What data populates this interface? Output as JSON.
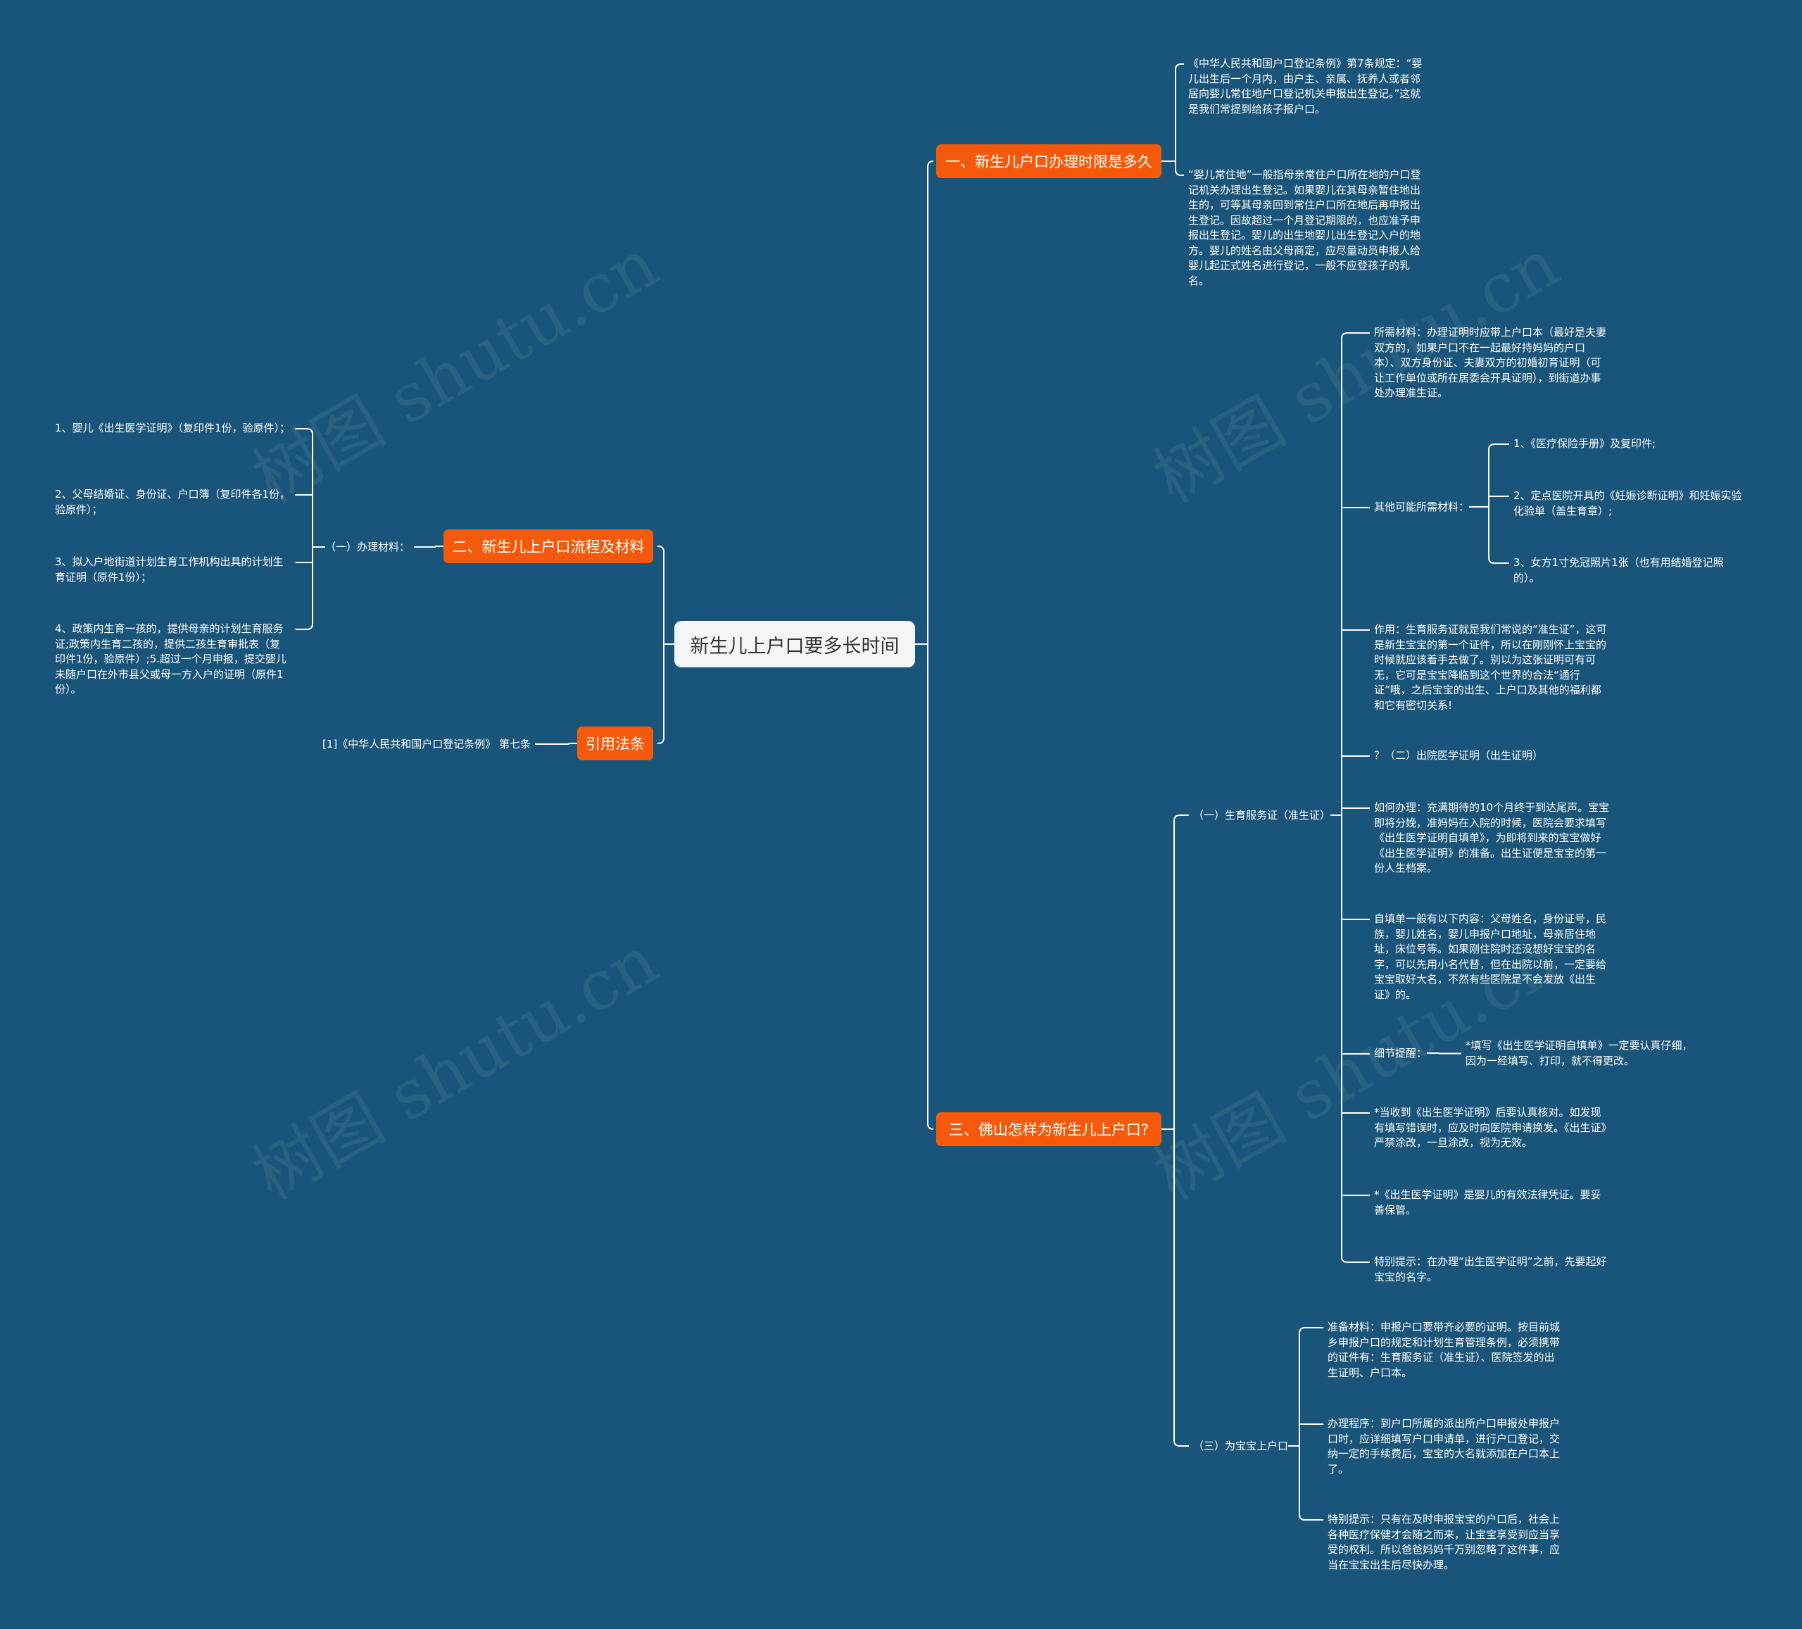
{
  "root": {
    "label": "新生儿上户口要多长时间"
  },
  "branches": {
    "b1": {
      "label": "一、新生儿户口办理时限是多久"
    },
    "b2": {
      "label": "二、新生儿上户口流程及材料"
    },
    "b3": {
      "label": "三、佛山怎样为新生儿上户口?"
    },
    "b4": {
      "label": "引用法条"
    }
  },
  "b1_items": [
    "《中华人民共和国户口登记条例》第7条规定：“婴儿出生后一个月内，由户主、亲属、抚养人或者邻居向婴儿常住地户口登记机关申报出生登记。”这就是我们常提到给孩子报户口。",
    "“婴儿常住地”一般指母亲常住户口所在地的户口登记机关办理出生登记。如果婴儿在其母亲暂住地出生的，可等其母亲回到常住户口所在地后再申报出生登记。因故超过一个月登记期限的，也应准予申报出生登记。婴儿的出生地婴儿出生登记入户的地方。婴儿的姓名由父母商定，应尽量动员申报人给婴儿起正式姓名进行登记，一般不应登孩子的乳名。"
  ],
  "b2": {
    "sub": "（一）办理材料：",
    "items": [
      "1、婴儿《出生医学证明》（复印件1份，验原件）；",
      "2、父母结婚证、身份证、户口簿（复印件各1份，验原件）；",
      "3、拟入户地街道计划生育工作机构出具的计划生育证明（原件1份）；",
      "4、政策内生育一孩的，提供母亲的计划生育服务证;政策内生育二孩的，提供二孩生育审批表（复印件1份，验原件）;5.超过一个月申报，提交婴儿未随户口在外市县父或母一方入户的证明（原件1份）。"
    ]
  },
  "b4": {
    "item": "[1]《中华人民共和国户口登记条例》 第七条"
  },
  "b3": {
    "s1": {
      "label": "（一）生育服务证（准生证）",
      "items": [
        "所需材料：办理证明时应带上户口本（最好是夫妻双方的，如果户口不在一起最好持妈妈的户口本）、双方身份证、夫妻双方的初婚初育证明（可让工作单位或所在居委会开具证明），到街道办事处办理准生证。",
        "作用：生育服务证就是我们常说的“准生证”，这可是新生宝宝的第一个证件，所以在刚刚怀上宝宝的时候就应该着手去做了。别以为这张证明可有可无，它可是宝宝降临到这个世界的合法“通行证”哦，之后宝宝的出生、上户口及其他的福利都和它有密切关系!",
        "？（二）出院医学证明（出生证明）",
        "如何办理：充满期待的10个月终于到达尾声。宝宝即将分娩，准妈妈在入院的时候，医院会要求填写《出生医学证明自填单》，为即将到来的宝宝做好《出生医学证明》的准备。出生证便是宝宝的第一份人生档案。",
        "自填单一般有以下内容：父母姓名，身份证号，民族，婴儿姓名，婴儿申报户口地址，母亲居住地址，床位号等。如果刚住院时还没想好宝宝的名字，可以先用小名代替，但在出院以前，一定要给宝宝取好大名，不然有些医院是不会发放《出生证》的。",
        "*当收到《出生医学证明》后要认真核对。如发现有填写错误时，应及时向医院申请换发。《出生证》严禁涂改，一旦涂改，视为无效。",
        "*《出生医学证明》是婴儿的有效法律凭证。要妥善保管。",
        "特别提示：在办理“出生医学证明”之前，先要起好宝宝的名字。"
      ],
      "other": {
        "label": "其他可能所需材料：",
        "items": [
          "1、《医疗保险手册》及复印件;",
          "2、定点医院开具的《妊娠诊断证明》和妊娠实验化验单（盖生育章）;",
          "3、女方1寸免冠照片1张（也有用结婚登记照的）。"
        ]
      },
      "detail": {
        "label": "细节提醒：",
        "item": "*填写《出生医学证明自填单》一定要认真仔细，因为一经填写、打印，就不得更改。"
      }
    },
    "s3": {
      "label": "（三）为宝宝上户口",
      "items": [
        "准备材料：申报户口要带齐必要的证明。按目前城乡申报户口的规定和计划生育管理条例，必须携带的证件有：生育服务证（准生证）、医院签发的出生证明、户口本。",
        "办理程序：到户口所属的派出所户口申报处申报户口时，应详细填写户口申请单，进行户口登记，交纳一定的手续费后，宝宝的大名就添加在户口本上了。",
        "特别提示：只有在及时申报宝宝的户口后，社会上各种医疗保健才会随之而来，让宝宝享受到应当享受的权利。所以爸爸妈妈千万别忽略了这件事，应当在宝宝出生后尽快办理。"
      ]
    }
  },
  "watermarks": [
    "树图 shutu.cn",
    "树图 shutu.cn",
    "树图 shutu.cn",
    "树图 shutu.cn"
  ],
  "colors": {
    "background": "#19557a",
    "branch": "#f55a0c",
    "root": "#f4f5f5",
    "line": "#ffffff"
  }
}
